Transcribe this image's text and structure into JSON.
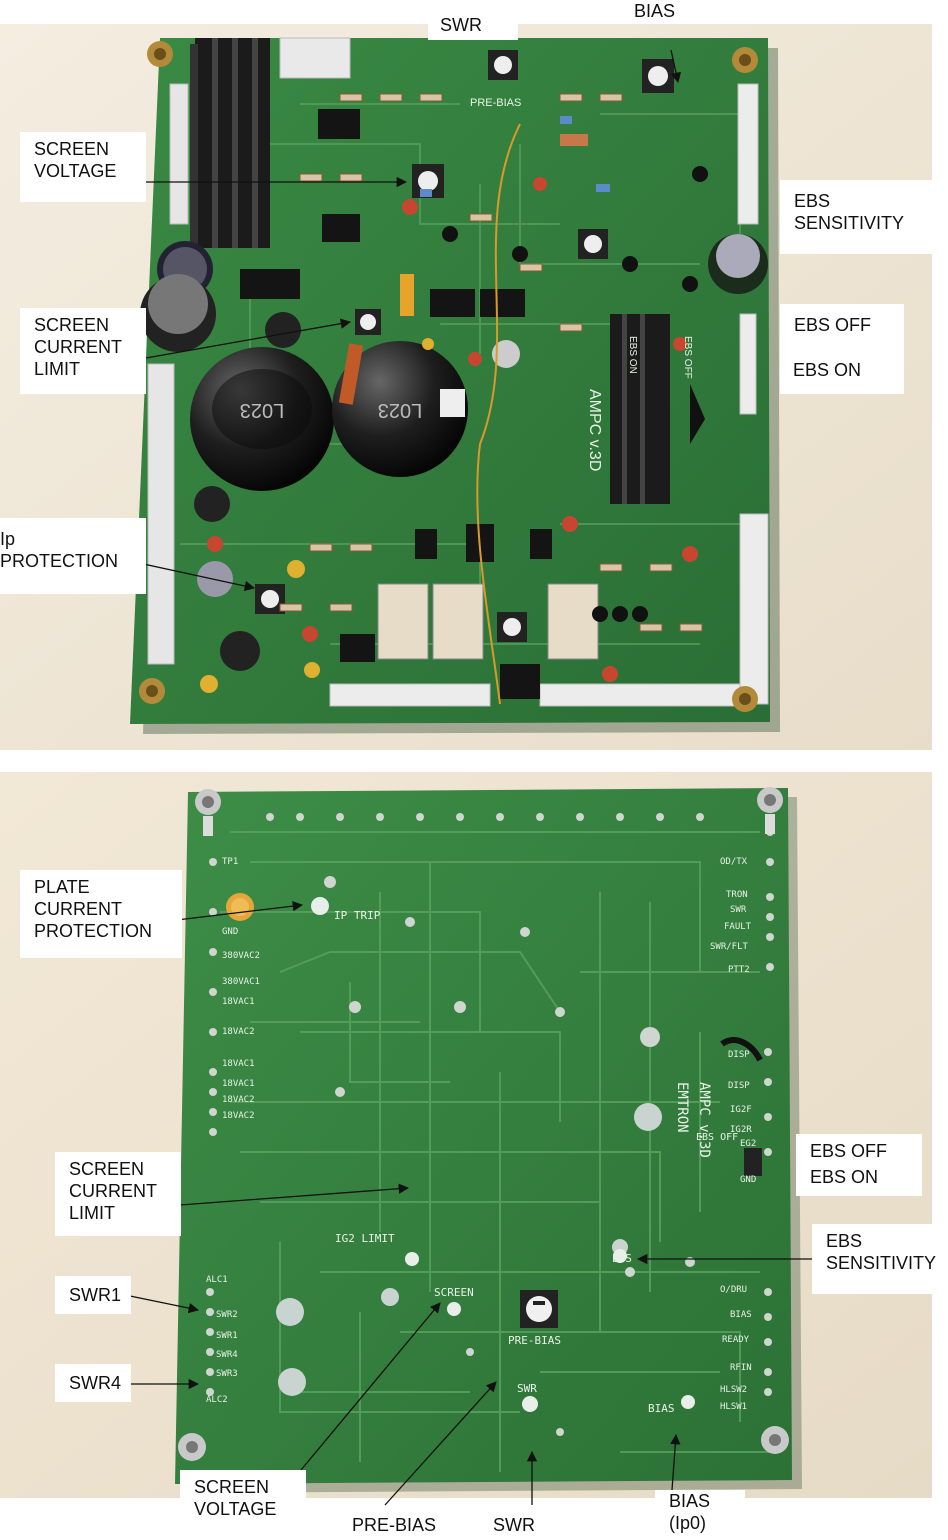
{
  "top_board": {
    "labels": {
      "swr": "SWR",
      "bias": "BIAS",
      "screen_voltage": "SCREEN\nVOLTAGE",
      "ebs_sensitivity": "EBS\nSENSITIVITY",
      "screen_current_limit": "SCREEN\nCURRENT\nLIMIT",
      "ebs_off": "EBS OFF",
      "ebs_on": "EBS ON",
      "ip_protection": "Ip\nPROTECTION"
    },
    "silkscreen": {
      "board_name": "AMPC v.3D",
      "pre_bias": "PRE-BIAS",
      "ebs_off": "EBS OFF",
      "ebs_on": "EBS ON",
      "cap1": "L023",
      "cap2": "L023"
    }
  },
  "bottom_board": {
    "labels": {
      "plate_current_protection": "PLATE\nCURRENT\nPROTECTION",
      "screen_current_limit": "SCREEN\nCURRENT\nLIMIT",
      "ebs_off": "EBS OFF",
      "ebs_on": "EBS ON",
      "ebs_sensitivity": "EBS\nSENSITIVITY",
      "swr1": "SWR1",
      "swr4": "SWR4",
      "screen_voltage": "SCREEN\nVOLTAGE",
      "pre_bias": "PRE-BIAS",
      "swr": "SWR",
      "bias_ip0": "BIAS\n(Ip0)"
    },
    "silkscreen": {
      "board_name": "AMPC v.3D",
      "maker": "EMTRON",
      "ip_trip": "IP TRIP",
      "ig2_limit": "IG2 LIMIT",
      "screen": "SCREEN",
      "pre_bias": "PRE-BIAS",
      "swr": "SWR",
      "bias": "BIAS",
      "ebs": "EBS",
      "ebs_off": "EBS OFF",
      "left_pins": [
        "TP1",
        "GND",
        "380VAC2",
        "380VAC1",
        "18VAC1",
        "18VAC2",
        "18VAC1",
        "18VAC1",
        "18VAC2",
        "18VAC2"
      ],
      "right_pins": [
        "OD/TX",
        "TRON",
        "SWR",
        "FAULT",
        "SWR/FLT",
        "PTT2",
        "DISP",
        "DISP",
        "IG2F",
        "IG2R",
        "EG2",
        "GND",
        "O/DRU",
        "BIAS",
        "READY",
        "RFIN",
        "HLSW2",
        "HLSW1"
      ],
      "swr_pins": [
        "ALC1",
        "SWR2",
        "SWR1",
        "SWR4",
        "SWR3",
        "ALC2"
      ]
    }
  },
  "colors": {
    "pcb": "#2f7a3a",
    "pcb_dark": "#1f5a2a",
    "background": "#efe5d3",
    "label_bg": "#ffffff",
    "text": "#111111"
  }
}
